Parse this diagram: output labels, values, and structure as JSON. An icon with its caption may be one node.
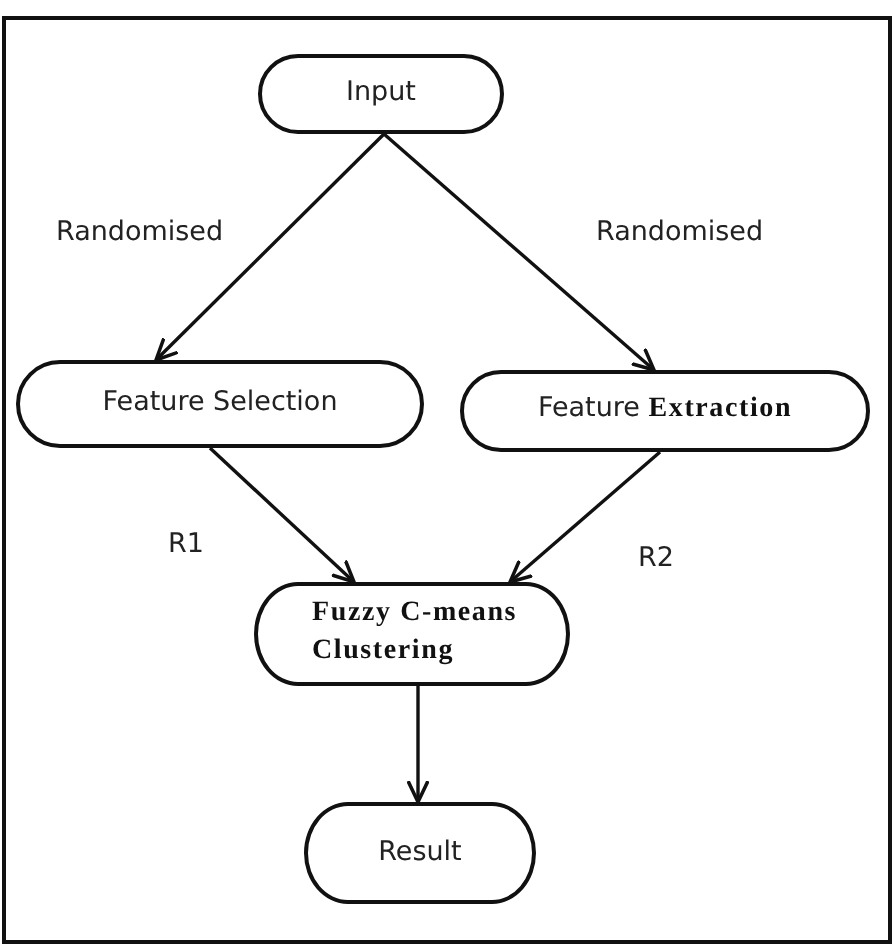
{
  "diagram": {
    "nodes": [
      {
        "text": [
          "Input"
        ]
      },
      {
        "text": [
          "Feature Selection"
        ]
      },
      {
        "text": [
          "Feature **Extraction**"
        ]
      },
      {
        "text": [
          "Fuzzy C-means Clustering"
        ]
      },
      {
        "text": [
          "Result"
        ]
      }
    ],
    "edges": [
      {
        "from": 0,
        "to": 1,
        "arrow": "to",
        "label": "Randomised"
      },
      {
        "from": 0,
        "to": 2,
        "arrow": "to",
        "label": "Randomised"
      },
      {
        "from": 1,
        "to": 3,
        "arrow": "to",
        "label": "R1"
      },
      {
        "from": 2,
        "to": 3,
        "arrow": "to",
        "label": "R2"
      },
      {
        "from": 3,
        "to": 4,
        "arrow": "to"
      }
    ]
  }
}
